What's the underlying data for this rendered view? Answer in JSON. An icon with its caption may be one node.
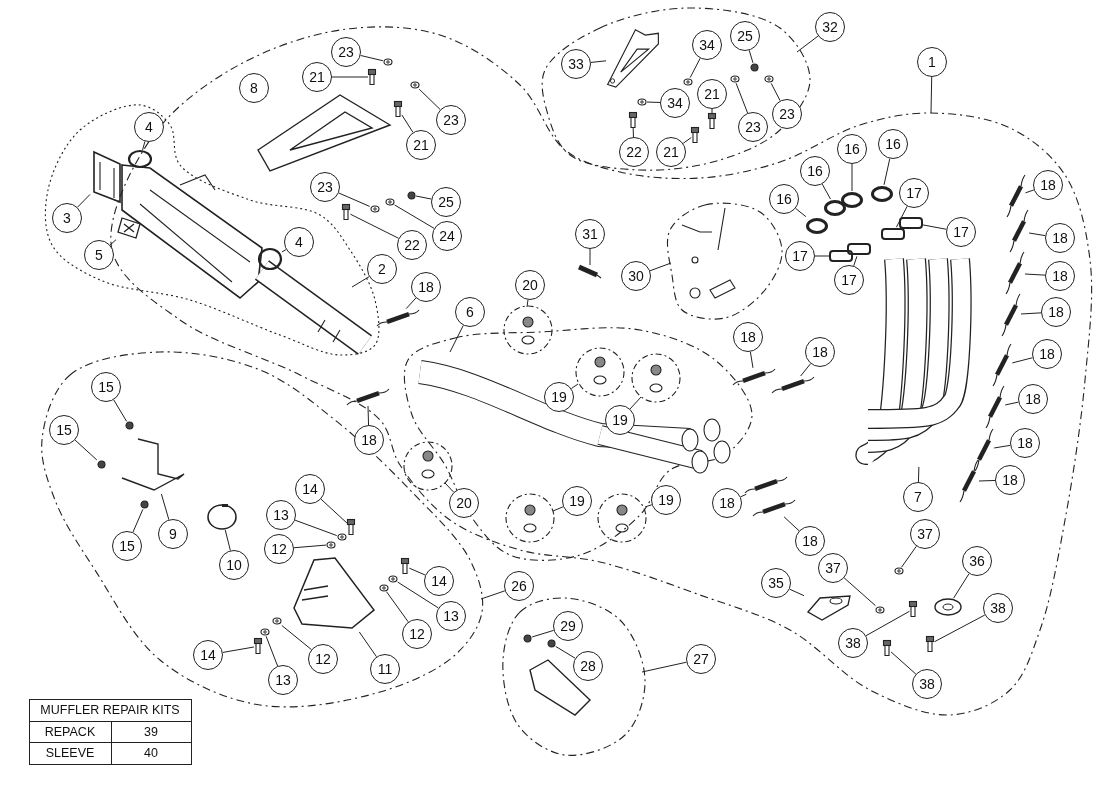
{
  "diagram": {
    "nodes": [
      {
        "text": [
          "23"
        ]
      },
      {
        "text": [
          "21"
        ]
      },
      {
        "text": [
          "8"
        ]
      },
      {
        "text": [
          "23"
        ]
      },
      {
        "text": [
          "21"
        ]
      },
      {
        "text": [
          "4"
        ]
      },
      {
        "text": [
          "23"
        ]
      },
      {
        "text": [
          "25"
        ]
      },
      {
        "text": [
          "3"
        ]
      },
      {
        "text": [
          "22"
        ]
      },
      {
        "text": [
          "24"
        ]
      },
      {
        "text": [
          "4"
        ]
      },
      {
        "text": [
          "5"
        ]
      },
      {
        "text": [
          "2"
        ]
      },
      {
        "text": [
          "18"
        ]
      },
      {
        "text": [
          "20"
        ]
      },
      {
        "text": [
          "6"
        ]
      },
      {
        "text": [
          "32"
        ]
      },
      {
        "text": [
          "33"
        ]
      },
      {
        "text": [
          "34"
        ]
      },
      {
        "text": [
          "25"
        ]
      },
      {
        "text": [
          "34"
        ]
      },
      {
        "text": [
          "21"
        ]
      },
      {
        "text": [
          "23"
        ]
      },
      {
        "text": [
          "23"
        ]
      },
      {
        "text": [
          "22"
        ]
      },
      {
        "text": [
          "21"
        ]
      },
      {
        "text": [
          "1"
        ]
      },
      {
        "text": [
          "16"
        ]
      },
      {
        "text": [
          "16"
        ]
      },
      {
        "text": [
          "16"
        ]
      },
      {
        "text": [
          "16"
        ]
      },
      {
        "text": [
          "18"
        ]
      },
      {
        "text": [
          "17"
        ]
      },
      {
        "text": [
          "17"
        ]
      },
      {
        "text": [
          "18"
        ]
      },
      {
        "text": [
          "31"
        ]
      },
      {
        "text": [
          "17"
        ]
      },
      {
        "text": [
          "30"
        ]
      },
      {
        "text": [
          "17"
        ]
      },
      {
        "text": [
          "18"
        ]
      },
      {
        "text": [
          "18"
        ]
      },
      {
        "text": [
          "18"
        ]
      },
      {
        "text": [
          "18"
        ]
      },
      {
        "text": [
          "18"
        ]
      },
      {
        "text": [
          "15"
        ]
      },
      {
        "text": [
          "19"
        ]
      },
      {
        "text": [
          "18"
        ]
      },
      {
        "text": [
          "19"
        ]
      },
      {
        "text": [
          "18"
        ]
      },
      {
        "text": [
          "15"
        ]
      },
      {
        "text": [
          "18"
        ]
      },
      {
        "text": [
          "7"
        ]
      },
      {
        "text": [
          "18"
        ]
      },
      {
        "text": [
          "14"
        ]
      },
      {
        "text": [
          "20"
        ]
      },
      {
        "text": [
          "19"
        ]
      },
      {
        "text": [
          "19"
        ]
      },
      {
        "text": [
          "18"
        ]
      },
      {
        "text": [
          "13"
        ]
      },
      {
        "text": [
          "9"
        ]
      },
      {
        "text": [
          "37"
        ]
      },
      {
        "text": [
          "18"
        ]
      },
      {
        "text": [
          "15"
        ]
      },
      {
        "text": [
          "12"
        ]
      },
      {
        "text": [
          "36"
        ]
      },
      {
        "text": [
          "10"
        ]
      },
      {
        "text": [
          "37"
        ]
      },
      {
        "text": [
          "14"
        ]
      },
      {
        "text": [
          "35"
        ]
      },
      {
        "text": [
          "26"
        ]
      },
      {
        "text": [
          "38"
        ]
      },
      {
        "text": [
          "13"
        ]
      },
      {
        "text": [
          "29"
        ]
      },
      {
        "text": [
          "12"
        ]
      },
      {
        "text": [
          "38"
        ]
      },
      {
        "text": [
          "14"
        ]
      },
      {
        "text": [
          "12"
        ]
      },
      {
        "text": [
          "27"
        ]
      },
      {
        "text": [
          "28"
        ]
      },
      {
        "text": [
          "11"
        ]
      },
      {
        "text": [
          "13"
        ]
      },
      {
        "text": [
          "38"
        ]
      },
      {
        "text": [],
        "shape": "circle"
      },
      {
        "text": [],
        "shape": "picture"
      },
      {
        "text": [],
        "shape": "picture"
      },
      {
        "text": [],
        "shape": "circle"
      },
      {
        "text": [],
        "shape": "picture"
      },
      {
        "text": [],
        "shape": "circle"
      },
      {
        "text": [],
        "shape": "circle"
      },
      {
        "text": [],
        "shape": "circle"
      },
      {
        "text": [],
        "shape": "picture"
      },
      {
        "text": [],
        "shape": "picture"
      },
      {
        "text": [],
        "shape": "circle"
      },
      {
        "text": [],
        "shape": "circle"
      },
      {
        "text": [],
        "shape": "picture"
      },
      {
        "text": [],
        "shape": "picture"
      },
      {
        "text": [],
        "shape": "picture"
      },
      {
        "text": [],
        "shape": "circle"
      },
      {
        "text": [],
        "shape": "circle"
      },
      {
        "text": [],
        "shape": "circle"
      },
      {
        "text": [],
        "shape": "picture"
      },
      {
        "text": [],
        "shape": "circle"
      },
      {
        "text": [],
        "shape": "circle"
      },
      {
        "text": [],
        "shape": "picture"
      },
      {
        "text": [],
        "shape": "picture"
      },
      {
        "text": [],
        "shape": "circle"
      },
      {
        "text": [],
        "shape": "circle"
      },
      {
        "text": [],
        "shape": "circle"
      },
      {
        "text": [],
        "shape": "circle"
      },
      {
        "text": [],
        "shape": "picture"
      },
      {
        "text": [],
        "shape": "box"
      },
      {
        "text": [],
        "shape": "box"
      },
      {
        "text": [],
        "shape": "picture"
      },
      {
        "text": [],
        "shape": "picture"
      },
      {
        "text": [],
        "shape": "box"
      },
      {
        "text": [],
        "shape": "box"
      },
      {
        "text": [],
        "shape": "picture"
      },
      {
        "text": [],
        "shape": "picture"
      },
      {
        "text": [],
        "shape": "picture"
      },
      {
        "text": [],
        "shape": "picture"
      },
      {
        "text": [],
        "shape": "picture"
      },
      {
        "text": [],
        "shape": "circle"
      },
      {
        "text": [],
        "shape": "picture"
      },
      {
        "text": [],
        "shape": "picture"
      },
      {
        "text": [],
        "shape": "circle"
      },
      {
        "text": [],
        "shape": "picture"
      },
      {
        "text": [],
        "shape": "picture"
      },
      {
        "text": [],
        "shape": "picture"
      },
      {
        "text": [],
        "shape": "picture"
      },
      {
        "text": [],
        "shape": "picture"
      },
      {
        "text": [],
        "shape": "circle"
      },
      {
        "text": [],
        "shape": "picture"
      },
      {
        "text": [],
        "shape": "circle"
      },
      {
        "text": [],
        "shape": "picture"
      },
      {
        "text": [],
        "shape": "circle"
      },
      {
        "text": [],
        "shape": "circle"
      },
      {
        "text": [],
        "shape": "circle"
      },
      {
        "text": [],
        "shape": "circle"
      },
      {
        "text": [],
        "shape": "circle"
      },
      {
        "text": [],
        "shape": "picture"
      },
      {
        "text": [],
        "shape": "picture"
      },
      {
        "text": [],
        "shape": "picture"
      },
      {
        "text": [],
        "shape": "circle"
      },
      {
        "text": [],
        "shape": "circle"
      },
      {
        "text": [],
        "shape": "circle"
      },
      {
        "text": [],
        "shape": "picture"
      },
      {
        "text": [],
        "shape": "picture"
      },
      {
        "text": [],
        "shape": "circle"
      },
      {
        "text": [],
        "shape": "circle"
      },
      {
        "text": [],
        "shape": "picture"
      },
      {
        "text": [],
        "shape": "circle"
      },
      {
        "text": [],
        "shape": "picture"
      }
    ],
    "edges": [
      {
        "from": 0,
        "to": 83,
        "arrow": "none"
      },
      {
        "from": 1,
        "to": 84,
        "arrow": "none"
      },
      {
        "from": 2,
        "to": 85,
        "arrow": "none"
      },
      {
        "from": 3,
        "to": 86,
        "arrow": "none"
      },
      {
        "from": 4,
        "to": 87,
        "arrow": "none"
      },
      {
        "from": 5,
        "to": 88,
        "arrow": "none"
      },
      {
        "from": 6,
        "to": 89,
        "arrow": "none"
      },
      {
        "from": 7,
        "to": 90,
        "arrow": "none"
      },
      {
        "from": 8,
        "to": 91,
        "arrow": "none"
      },
      {
        "from": 9,
        "to": 92,
        "arrow": "none"
      },
      {
        "from": 10,
        "to": 93,
        "arrow": "none"
      },
      {
        "from": 11,
        "to": 94,
        "arrow": "none"
      },
      {
        "from": 12,
        "to": 95,
        "arrow": "none"
      },
      {
        "from": 13,
        "to": null,
        "arrow": "none"
      },
      {
        "from": 14,
        "to": 96,
        "arrow": "none"
      },
      {
        "from": 15,
        "to": null,
        "arrow": "none"
      },
      {
        "from": 16,
        "to": null,
        "arrow": "none"
      },
      {
        "from": 17,
        "to": null,
        "arrow": "none"
      },
      {
        "from": 18,
        "to": 97,
        "arrow": "none"
      },
      {
        "from": 19,
        "to": 98,
        "arrow": "none"
      },
      {
        "from": 20,
        "to": 99,
        "arrow": "none"
      },
      {
        "from": 21,
        "to": 100,
        "arrow": "none"
      },
      {
        "from": 22,
        "to": 101,
        "arrow": "none"
      },
      {
        "from": 23,
        "to": 102,
        "arrow": "none"
      },
      {
        "from": 24,
        "to": 103,
        "arrow": "none"
      },
      {
        "from": 25,
        "to": 104,
        "arrow": "none"
      },
      {
        "from": 26,
        "to": 105,
        "arrow": "none"
      },
      {
        "from": 27,
        "to": null,
        "arrow": "none"
      },
      {
        "from": 28,
        "to": 106,
        "arrow": "none"
      },
      {
        "from": 29,
        "to": 107,
        "arrow": "none"
      },
      {
        "from": 30,
        "to": 108,
        "arrow": "none"
      },
      {
        "from": 31,
        "to": 109,
        "arrow": "none"
      },
      {
        "from": 32,
        "to": 110,
        "arrow": "none"
      },
      {
        "from": 33,
        "to": 111,
        "arrow": "none"
      },
      {
        "from": 34,
        "to": 112,
        "arrow": "none"
      },
      {
        "from": 35,
        "to": 113,
        "arrow": "none"
      },
      {
        "from": 36,
        "to": 114,
        "arrow": "none"
      },
      {
        "from": 37,
        "to": 115,
        "arrow": "none"
      },
      {
        "from": 38,
        "to": null,
        "arrow": "none"
      },
      {
        "from": 39,
        "to": 116,
        "arrow": "none"
      },
      {
        "from": 40,
        "to": 117,
        "arrow": "none"
      },
      {
        "from": 41,
        "to": 118,
        "arrow": "none"
      },
      {
        "from": 42,
        "to": 119,
        "arrow": "none"
      },
      {
        "from": 43,
        "to": 120,
        "arrow": "none"
      },
      {
        "from": 44,
        "to": 121,
        "arrow": "none"
      },
      {
        "from": 45,
        "to": 122,
        "arrow": "none"
      },
      {
        "from": 46,
        "to": null,
        "arrow": "none"
      },
      {
        "from": 47,
        "to": 123,
        "arrow": "none"
      },
      {
        "from": 48,
        "to": null,
        "arrow": "none"
      },
      {
        "from": 49,
        "to": 124,
        "arrow": "none"
      },
      {
        "from": 50,
        "to": 125,
        "arrow": "none"
      },
      {
        "from": 51,
        "to": 126,
        "arrow": "none"
      },
      {
        "from": 52,
        "to": 127,
        "arrow": "none"
      },
      {
        "from": 53,
        "to": 128,
        "arrow": "none"
      },
      {
        "from": 54,
        "to": 129,
        "arrow": "none"
      },
      {
        "from": 55,
        "to": null,
        "arrow": "none"
      },
      {
        "from": 56,
        "to": null,
        "arrow": "none"
      },
      {
        "from": 57,
        "to": null,
        "arrow": "none"
      },
      {
        "from": 58,
        "to": 130,
        "arrow": "none"
      },
      {
        "from": 59,
        "to": 131,
        "arrow": "none"
      },
      {
        "from": 60,
        "to": 132,
        "arrow": "none"
      },
      {
        "from": 61,
        "to": 133,
        "arrow": "none"
      },
      {
        "from": 62,
        "to": 134,
        "arrow": "none"
      },
      {
        "from": 63,
        "to": 135,
        "arrow": "none"
      },
      {
        "from": 64,
        "to": 136,
        "arrow": "none"
      },
      {
        "from": 65,
        "to": 137,
        "arrow": "none"
      },
      {
        "from": 66,
        "to": 138,
        "arrow": "none"
      },
      {
        "from": 67,
        "to": 139,
        "arrow": "none"
      },
      {
        "from": 68,
        "to": 140,
        "arrow": "none"
      },
      {
        "from": 69,
        "to": 141,
        "arrow": "none"
      },
      {
        "from": 70,
        "to": null,
        "arrow": "none"
      },
      {
        "from": 71,
        "to": 142,
        "arrow": "none"
      },
      {
        "from": 72,
        "to": 143,
        "arrow": "none"
      },
      {
        "from": 73,
        "to": 144,
        "arrow": "none"
      },
      {
        "from": 74,
        "to": 145,
        "arrow": "none"
      },
      {
        "from": 75,
        "to": 146,
        "arrow": "none"
      },
      {
        "from": 76,
        "to": 147,
        "arrow": "none"
      },
      {
        "from": 77,
        "to": 148,
        "arrow": "none"
      },
      {
        "from": 78,
        "to": null,
        "arrow": "none"
      },
      {
        "from": 79,
        "to": 149,
        "arrow": "none"
      },
      {
        "from": 80,
        "to": 150,
        "arrow": "none"
      },
      {
        "from": 81,
        "to": 151,
        "arrow": "none"
      },
      {
        "from": 82,
        "to": 152,
        "arrow": "none"
      }
    ],
    "labels": [
      "MUFFLER REPAIR KITS",
      "REPACK",
      "39",
      "SLEEVE",
      "40"
    ]
  }
}
